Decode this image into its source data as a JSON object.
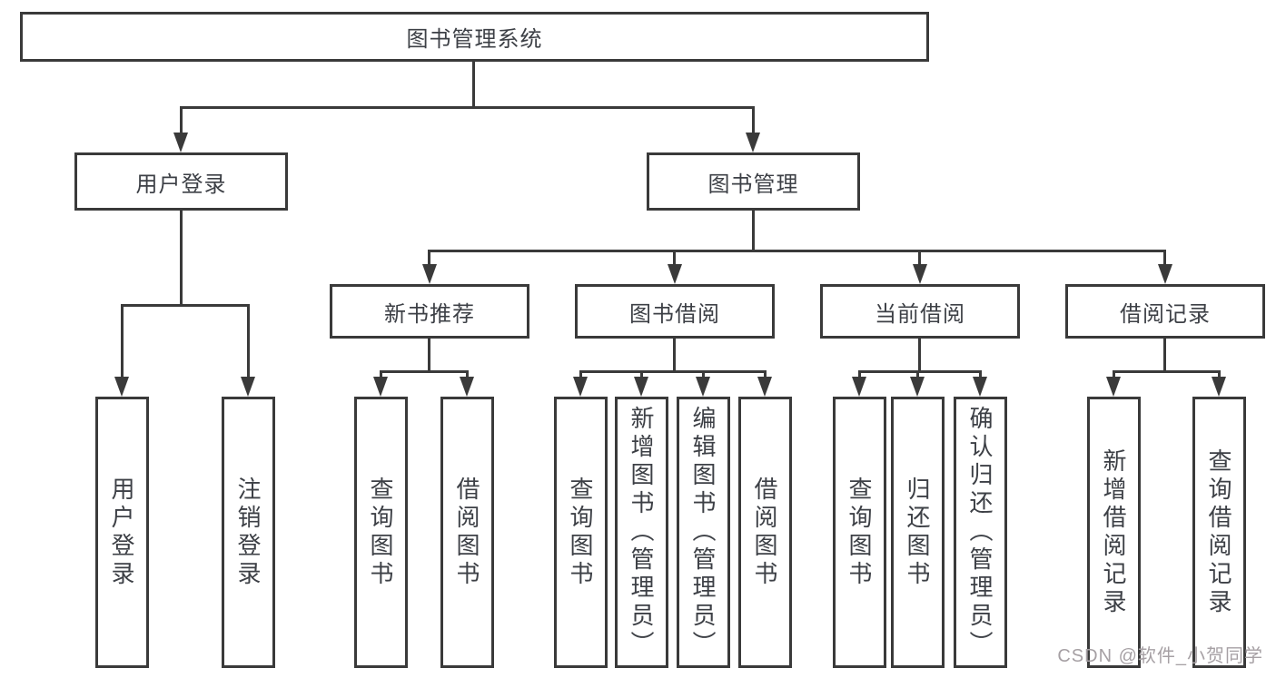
{
  "diagram": {
    "title": "图书管理系统",
    "level1": {
      "login": "用户登录",
      "management": "图书管理"
    },
    "level2": {
      "recommend": "新书推荐",
      "borrow": "图书借阅",
      "current": "当前借阅",
      "records": "借阅记录"
    },
    "leaves": {
      "login": [
        "用户登录",
        "注销登录"
      ],
      "recommend": [
        "查询图书",
        "借阅图书"
      ],
      "borrow": [
        "查询图书",
        "新增图书（管理员）",
        "编辑图书（管理员）",
        "借阅图书"
      ],
      "current": [
        "查询图书",
        "归还图书",
        "确认归还（管理员）"
      ],
      "records": [
        "新增借阅记录",
        "查询借阅记录"
      ]
    }
  },
  "watermark": "CSDN @软件_小贺同学",
  "colors": {
    "line": "#3a3a3a",
    "text": "#3d4046",
    "watermark": "#a6a0a4",
    "bg": "#ffffff"
  }
}
